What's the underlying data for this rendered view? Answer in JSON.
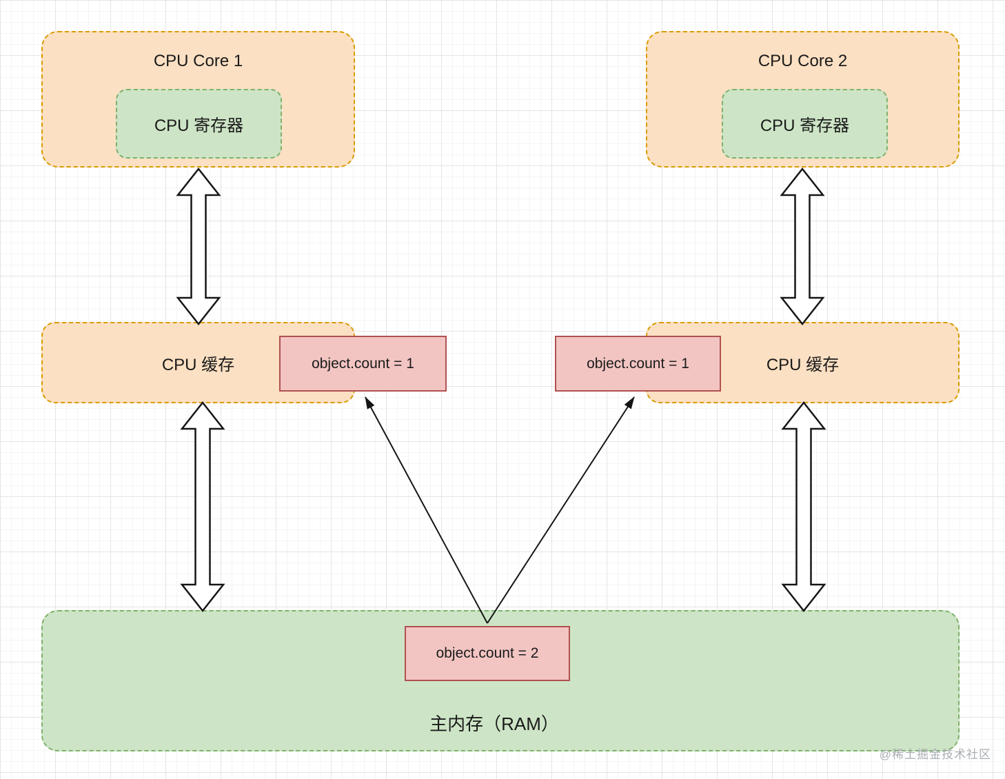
{
  "diagram": {
    "core1": {
      "title": "CPU Core 1",
      "register_label": "CPU 寄存器"
    },
    "core2": {
      "title": "CPU Core 2",
      "register_label": "CPU 寄存器"
    },
    "cache1": {
      "label": "CPU 缓存",
      "value": "object.count = 1"
    },
    "cache2": {
      "label": "CPU 缓存",
      "value": "object.count = 1"
    },
    "ram": {
      "label": "主内存（RAM）",
      "value": "object.count = 2"
    }
  },
  "watermark": "@稀土掘金技术社区",
  "colors": {
    "orange_fill": "#FCE0C3",
    "orange_border": "#D79B00",
    "green_fill": "#CDE5C6",
    "green_border": "#7FB06C",
    "red_fill": "#F2C5C3",
    "red_border": "#B05150",
    "arrow": "#151515",
    "watermark": "#a9aeb3"
  }
}
